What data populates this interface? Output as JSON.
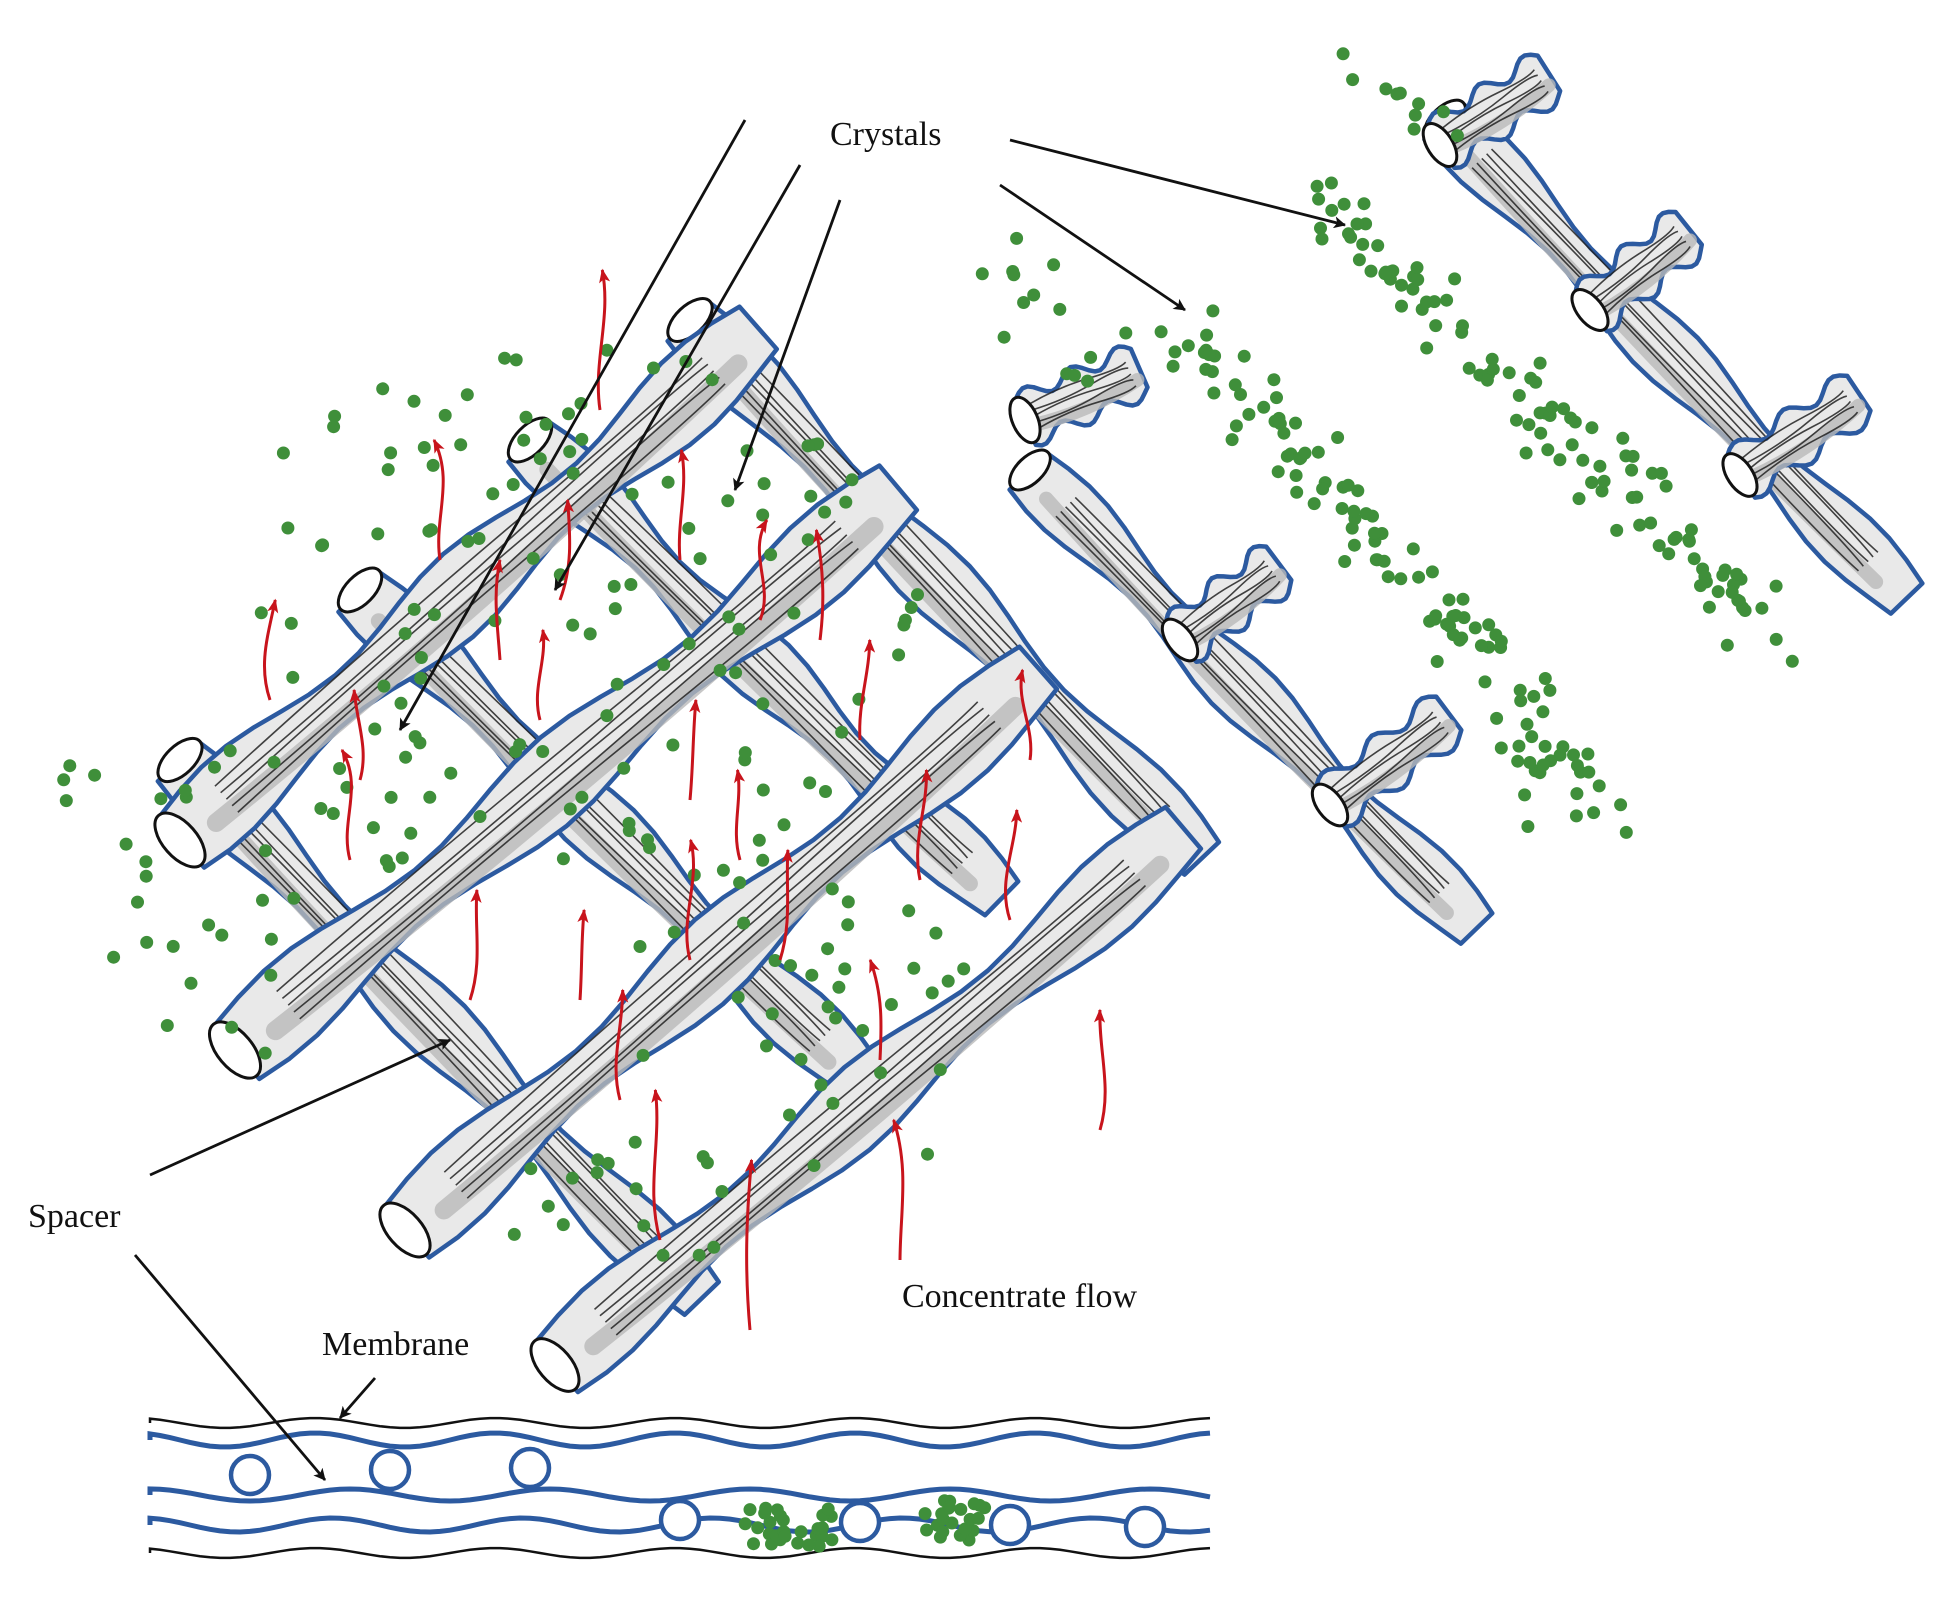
{
  "labels": {
    "crystals": "Crystals",
    "spacer": "Spacer",
    "membrane": "Membrane",
    "concentrate_flow": "Concentrate flow"
  },
  "colors": {
    "filament_outline": "#2c5aa0",
    "filament_fill": "#e9e9e9",
    "filament_shade": "#b9b9b9",
    "crystal": "#3f8f3a",
    "flow_arrow": "#c8141c",
    "pointer": "#111111"
  },
  "icons": {
    "flow": "red-flow-arrow-icon",
    "crystal": "green-crystal-dot-icon",
    "pointer": "black-pointer-arrow-icon"
  }
}
